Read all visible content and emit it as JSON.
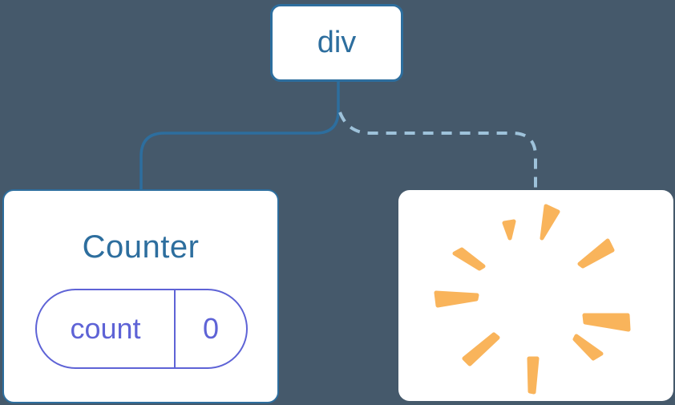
{
  "diagram": {
    "root_node": {
      "label": "div"
    },
    "counter_card": {
      "title": "Counter",
      "state_key": "count",
      "state_value": "0"
    },
    "poof_card": {
      "icon": "poof-burst-icon"
    },
    "connections": {
      "solid": "div-to-counter",
      "dashed": "div-to-removed-component"
    }
  },
  "colors": {
    "background": "#45596B",
    "node_border": "#2D6E9E",
    "node_text": "#2D6E9E",
    "card_background": "#FFFFFF",
    "solid_connector": "#2D6E9E",
    "dashed_connector": "#9EC2DA",
    "state_pill": "#5E63D6",
    "burst": "#F9B45B"
  }
}
